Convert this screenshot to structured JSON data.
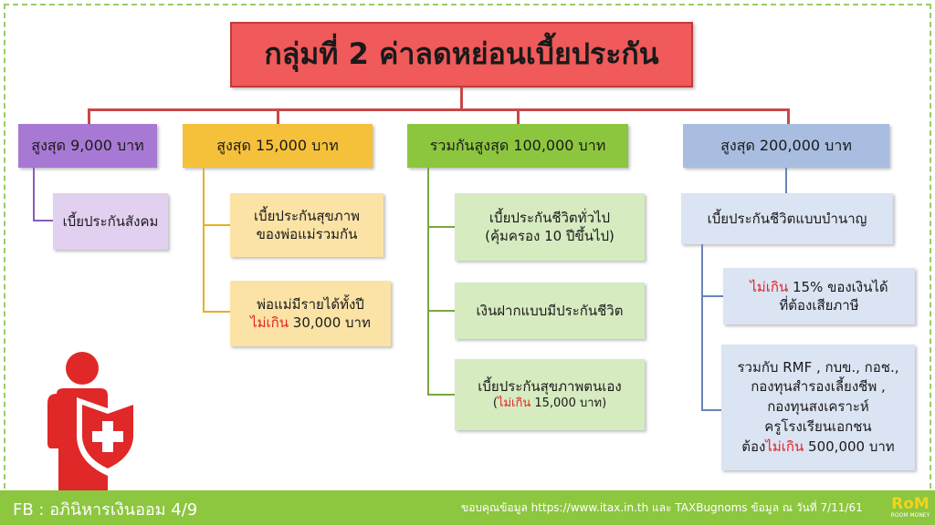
{
  "title": "กลุ่มที่ 2 ค่าลดหย่อนเบี้ยประกัน",
  "columns": [
    {
      "header": "สูงสุด 9,000 บาท",
      "items": [
        {
          "line1": "เบี้ยประกันสังคม"
        }
      ]
    },
    {
      "header": "สูงสุด 15,000 บาท",
      "items": [
        {
          "line1": "เบี้ยประกันสุขภาพ",
          "line2": "ของพ่อแม่รวมกัน"
        },
        {
          "line1": "พ่อแม่มีรายได้ทั้งปี",
          "line2_red": "ไม่เกิน",
          "line2": " 30,000 บาท"
        }
      ]
    },
    {
      "header": "รวมกันสูงสุด 100,000 บาท",
      "items": [
        {
          "line1": "เบี้ยประกันชีวิตทั่วไป",
          "line2": "(คุ้มครอง 10 ปีขึ้นไป)"
        },
        {
          "line1": "เงินฝากแบบมีประกันชีวิต"
        },
        {
          "line1": "เบี้ยประกันสุขภาพตนเอง",
          "line2_pre": "(",
          "line2_red": "ไม่เกิน",
          "line2": " 15,000 บาท)"
        }
      ]
    },
    {
      "header": "สูงสุด 200,000 บาท",
      "items": [
        {
          "line1": "เบี้ยประกันชีวิตแบบบำนาญ"
        },
        {
          "line1_red": "ไม่เกิน",
          "line1": " 15% ของเงินได้",
          "line2": "ที่ต้องเสียภาษี"
        },
        {
          "line1": "รวมกับ RMF , กบข., กอช.,",
          "line2": "กองทุนสำรองเลี้ยงชีพ ,",
          "line3": "กองทุนสงเคราะห์",
          "line4": "ครูโรงเรียนเอกชน",
          "line5_pre": "ต้อง",
          "line5_red": "ไม่เกิน",
          "line5": " 500,000 บาท"
        }
      ]
    }
  ],
  "footer": {
    "left": "FB : อภินิหารเงินออม 4/9",
    "right": "ขอบคุณข้อมูล https://www.itax.in.th และ TAXBugnoms ข้อมูล ณ วันที่ 7/11/61",
    "logo_main": "RoM",
    "logo_sub": "ROOM MONEY"
  },
  "colors": {
    "title_bg": "#f05a5a",
    "purple": "#a879d4",
    "purple_light": "#e2d0f0",
    "orange": "#f6c13a",
    "orange_light": "#fbe3a6",
    "green": "#8cc63f",
    "green_light": "#d6ebc0",
    "blue": "#a8bde0",
    "blue_light": "#dbe4f3",
    "red_text": "#e22424",
    "footer_bg": "#8dc63f"
  },
  "icons": [
    "person-shield-icon"
  ]
}
